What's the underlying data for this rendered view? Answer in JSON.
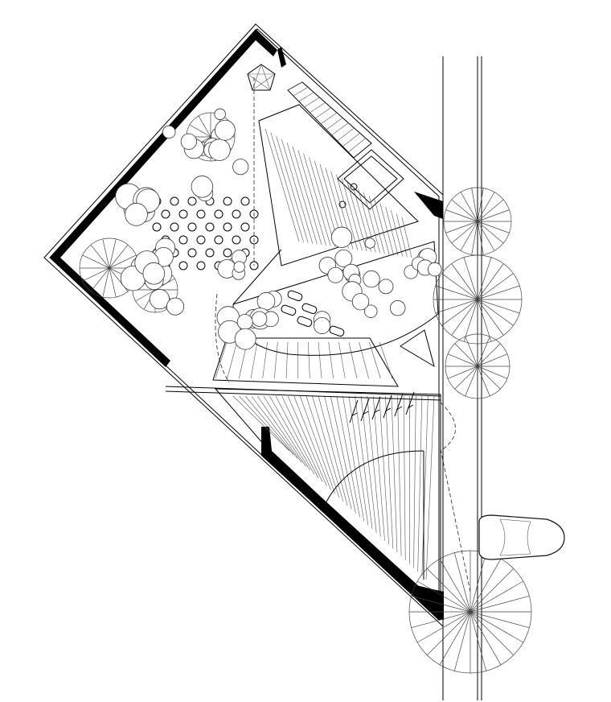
{
  "drawing": {
    "kind": "site plan",
    "text_labels": []
  },
  "colors": {
    "background": "#ffffff",
    "line": "#000000",
    "wall": "#000000",
    "vegetation": "#444444"
  },
  "icons": [
    "compass-icon",
    "car-icon",
    "tree-symbol",
    "shrub-symbol",
    "bicycle-symbol"
  ]
}
